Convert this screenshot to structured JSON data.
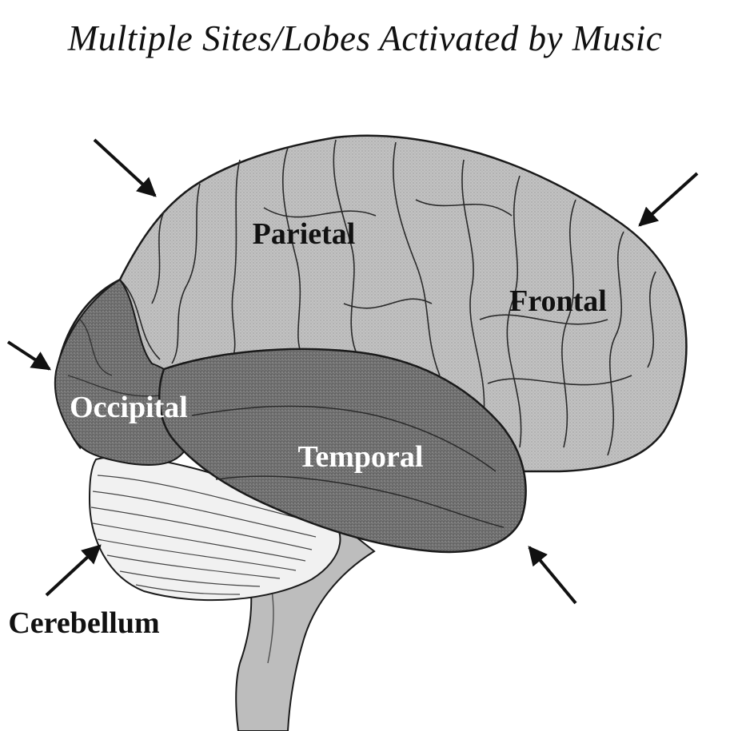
{
  "title": "Multiple Sites/Lobes Activated by Music",
  "lobes": {
    "parietal": "Parietal",
    "frontal": "Frontal",
    "occipital": "Occipital",
    "temporal": "Temporal",
    "cerebellum": "Cerebellum"
  },
  "colors": {
    "cortex": "#b9b9b9",
    "occipital": "#707070",
    "temporal": "#6f6f6f",
    "cerebellum": "#f1f1f1",
    "brainstem": "#bdbdbd",
    "outline": "#1a1a1a",
    "dark_label": "#111111",
    "light_label": "#ffffff"
  }
}
